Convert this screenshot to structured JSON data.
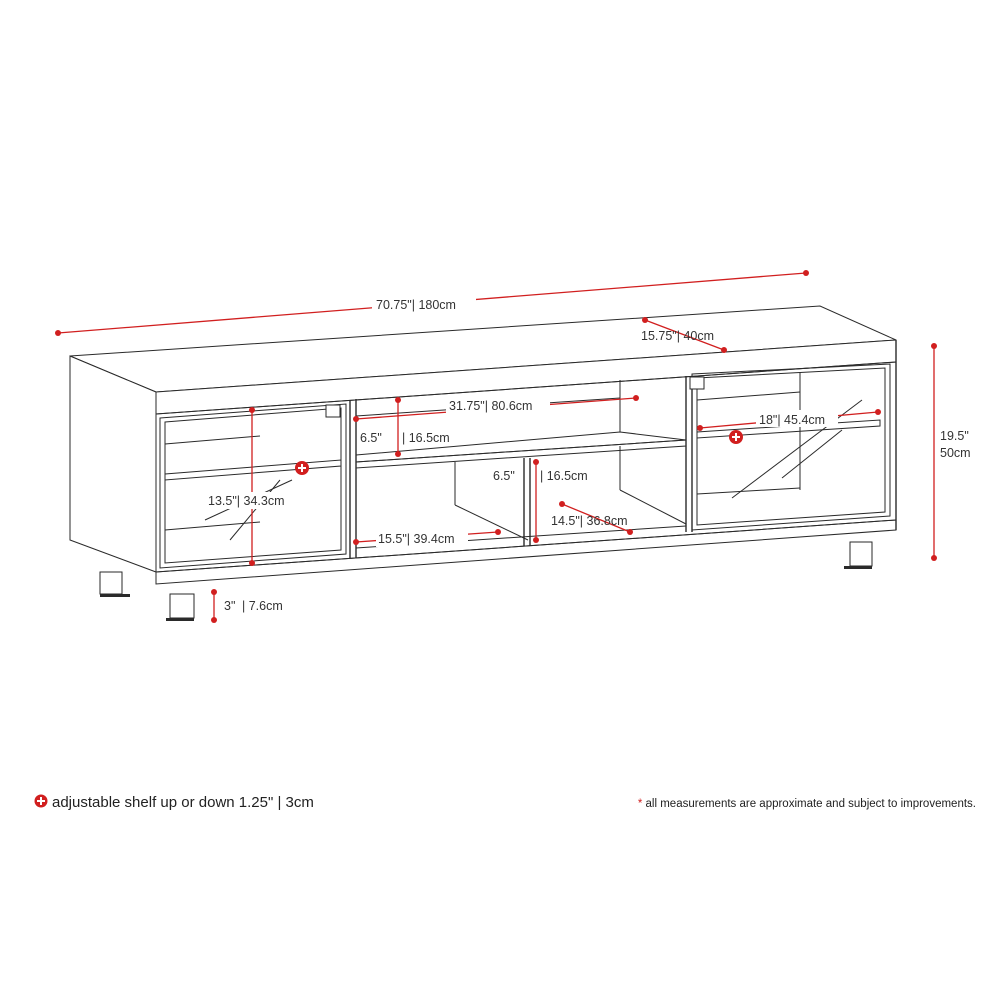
{
  "colors": {
    "accent": "#d11f1f",
    "line": "#2a2a2a",
    "background": "#ffffff"
  },
  "dimensions": {
    "width": "70.75\"| 180cm",
    "depth": "15.75\"| 40cm",
    "height_in": "19.5\"",
    "height_cm": "50cm",
    "center_shelf_width": "31.75\"| 80.6cm",
    "center_upper_height": "6.5\"",
    "center_upper_height_cm": "| 16.5cm",
    "center_lower_height": "6.5\"",
    "center_lower_height_cm": "| 16.5cm",
    "left_cabinet_height": "13.5\"| 34.3cm",
    "center_left_bay_width": "15.5\"| 39.4cm",
    "center_right_bay_width": "14.5\"| 36.8cm",
    "right_shelf_width": "18\"| 45.4cm",
    "leg_height": "3\"",
    "leg_height_cm": "| 7.6cm"
  },
  "legend": {
    "icon": "plus-circle-icon",
    "text": "adjustable shelf up or down 1.25\" | 3cm"
  },
  "footnote": "* all measurements are approximate and subject to improvements."
}
